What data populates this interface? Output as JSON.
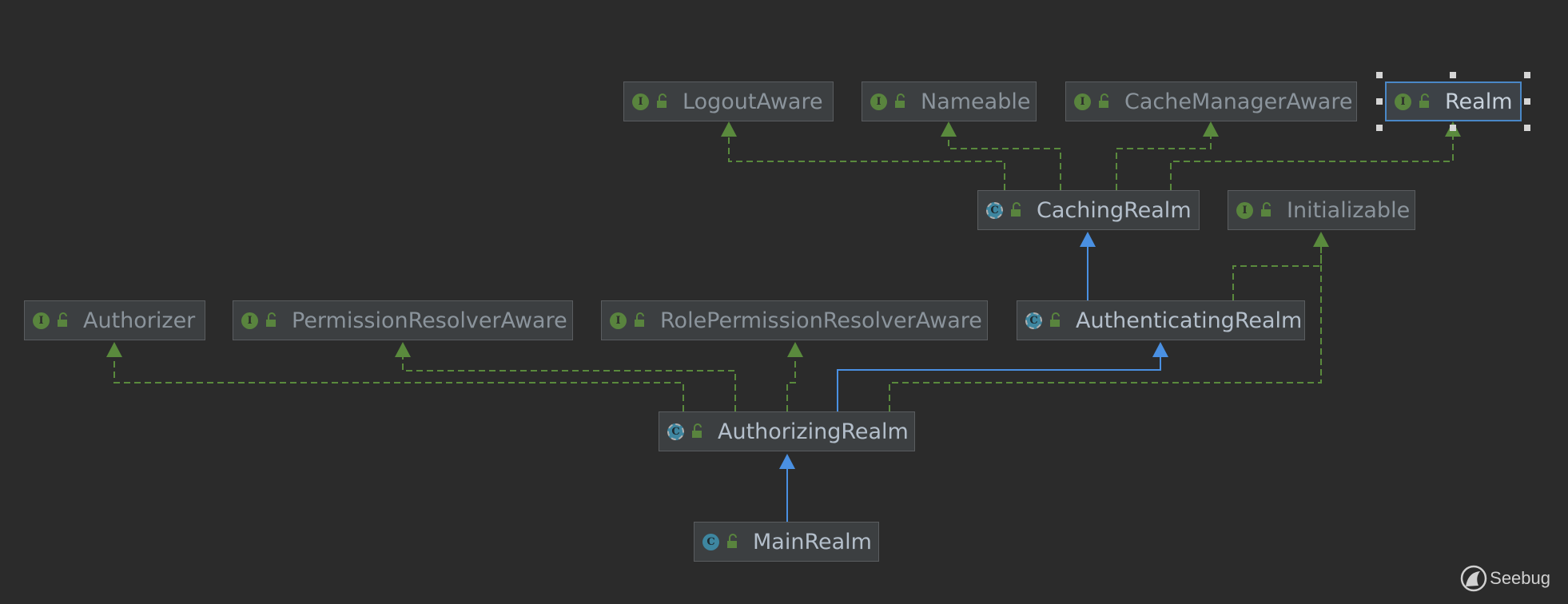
{
  "diagram": {
    "nodes": {
      "logout_aware": {
        "label": "LogoutAware",
        "kind": "I"
      },
      "nameable": {
        "label": "Nameable",
        "kind": "I"
      },
      "cache_manager_aware": {
        "label": "CacheManagerAware",
        "kind": "I"
      },
      "realm": {
        "label": "Realm",
        "kind": "I",
        "selected": true
      },
      "caching_realm": {
        "label": "CachingRealm",
        "kind": "C",
        "abstract": true
      },
      "initializable": {
        "label": "Initializable",
        "kind": "I"
      },
      "authorizer": {
        "label": "Authorizer",
        "kind": "I"
      },
      "permission_resolver_aware": {
        "label": "PermissionResolverAware",
        "kind": "I"
      },
      "role_permission_resolver_aware": {
        "label": "RolePermissionResolverAware",
        "kind": "I"
      },
      "authenticating_realm": {
        "label": "AuthenticatingRealm",
        "kind": "C",
        "abstract": true
      },
      "authorizing_realm": {
        "label": "AuthorizingRealm",
        "kind": "C",
        "abstract": true
      },
      "main_realm": {
        "label": "MainRealm",
        "kind": "C"
      }
    },
    "edges": [
      {
        "from": "caching_realm",
        "to": "logout_aware",
        "type": "implements"
      },
      {
        "from": "caching_realm",
        "to": "nameable",
        "type": "implements"
      },
      {
        "from": "caching_realm",
        "to": "cache_manager_aware",
        "type": "implements"
      },
      {
        "from": "caching_realm",
        "to": "realm",
        "type": "implements"
      },
      {
        "from": "authenticating_realm",
        "to": "caching_realm",
        "type": "extends"
      },
      {
        "from": "authenticating_realm",
        "to": "initializable",
        "type": "implements"
      },
      {
        "from": "authorizing_realm",
        "to": "authorizer",
        "type": "implements"
      },
      {
        "from": "authorizing_realm",
        "to": "permission_resolver_aware",
        "type": "implements"
      },
      {
        "from": "authorizing_realm",
        "to": "role_permission_resolver_aware",
        "type": "implements"
      },
      {
        "from": "authorizing_realm",
        "to": "authenticating_realm",
        "type": "extends"
      },
      {
        "from": "authorizing_realm",
        "to": "initializable",
        "type": "implements"
      },
      {
        "from": "main_realm",
        "to": "authorizing_realm",
        "type": "extends"
      }
    ],
    "colors": {
      "implements": "#5a8a3d",
      "extends": "#4a90e2",
      "background": "#2b2b2b",
      "selection": "#4a88c7"
    }
  },
  "watermark": {
    "label": "Seebug",
    "icon": "seebug-logo-icon"
  }
}
